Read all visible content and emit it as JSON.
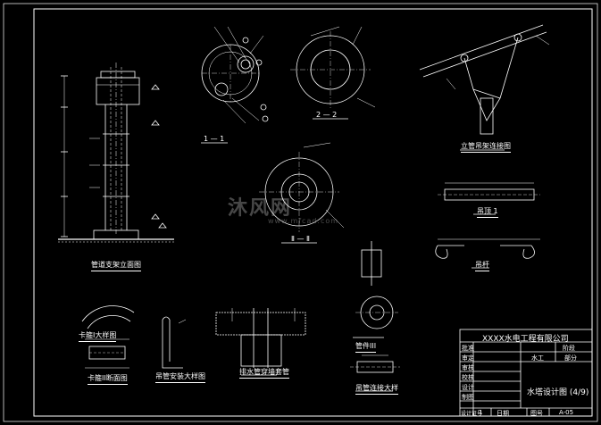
{
  "colors": {
    "background": "#000000",
    "lines": "#ffffff",
    "detail": "#ffffff"
  },
  "views": {
    "elevation": "管道支架立面图",
    "section_1": "1 — 1",
    "section_2": "2 — 2",
    "plan": "Ⅱ — Ⅱ",
    "connection": "立管吊架连接图",
    "bracket_1": "吊顶 1",
    "bracket_2": "吊杆",
    "detail_a": "卡箍I大样图",
    "detail_b": "卡箍II断面图",
    "detail_c": "吊管安装大样图",
    "detail_d": "排水管穿墙套管",
    "detail_e": "管件III",
    "detail_f": "吊管连接大样"
  },
  "title_block": {
    "company": "XXXX水电工程有限公司",
    "row_labels": [
      "批准",
      "审定",
      "审核",
      "校核",
      "设计",
      "制图",
      "设计证号"
    ],
    "discipline_label": "水工",
    "discipline_value": "部分",
    "sheet_label": "阶段",
    "drawing_title": "水塔设计图 (4/9)",
    "drawing_no_label": "图号",
    "drawing_no": "A-05",
    "date_label": "日期",
    "cert_no": "1"
  },
  "watermark": {
    "brand": "沐风网",
    "url": "www.mfcad.com"
  }
}
